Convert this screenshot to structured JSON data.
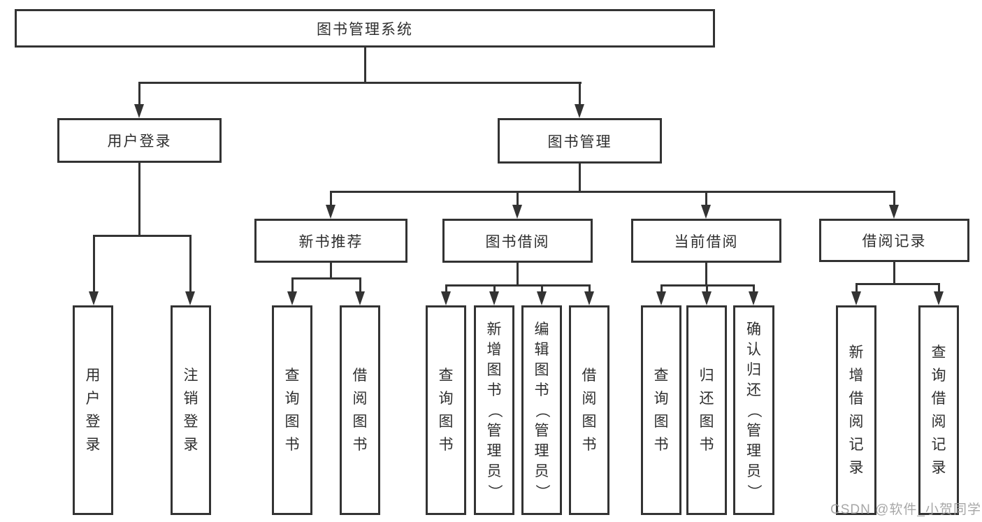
{
  "diagram": {
    "colors": {
      "line": "#333333",
      "text": "#2e2e2e",
      "background": "#ffffff",
      "watermark": "#9e9e9e"
    },
    "watermark": "CSDN @软件_小贺同学",
    "nodes": {
      "root": {
        "label": "图书管理系统"
      },
      "user_login": {
        "label": "用户登录"
      },
      "book_management": {
        "label": "图书管理"
      },
      "new_book_rec": {
        "label": "新书推荐"
      },
      "book_borrow": {
        "label": "图书借阅"
      },
      "current_borrow": {
        "label": "当前借阅"
      },
      "borrow_record": {
        "label": "借阅记录"
      },
      "leaf_user_login": {
        "label": "用户登录"
      },
      "leaf_logout": {
        "label": "注销登录"
      },
      "rec_query_book": {
        "label": "查询图书"
      },
      "rec_borrow_book": {
        "label": "借阅图书"
      },
      "bor_query_book": {
        "label": "查询图书"
      },
      "bor_add_book": {
        "label": "新增图书（管理员）"
      },
      "bor_edit_book": {
        "label": "编辑图书（管理员）"
      },
      "bor_borrow_book": {
        "label": "借阅图书"
      },
      "cur_query_book": {
        "label": "查询图书"
      },
      "cur_return_book": {
        "label": "归还图书"
      },
      "cur_confirm_return": {
        "label": "确认归还（管理员）"
      },
      "hist_add_record": {
        "label": "新增借阅记录"
      },
      "hist_query_record": {
        "label": "查询借阅记录"
      }
    }
  }
}
